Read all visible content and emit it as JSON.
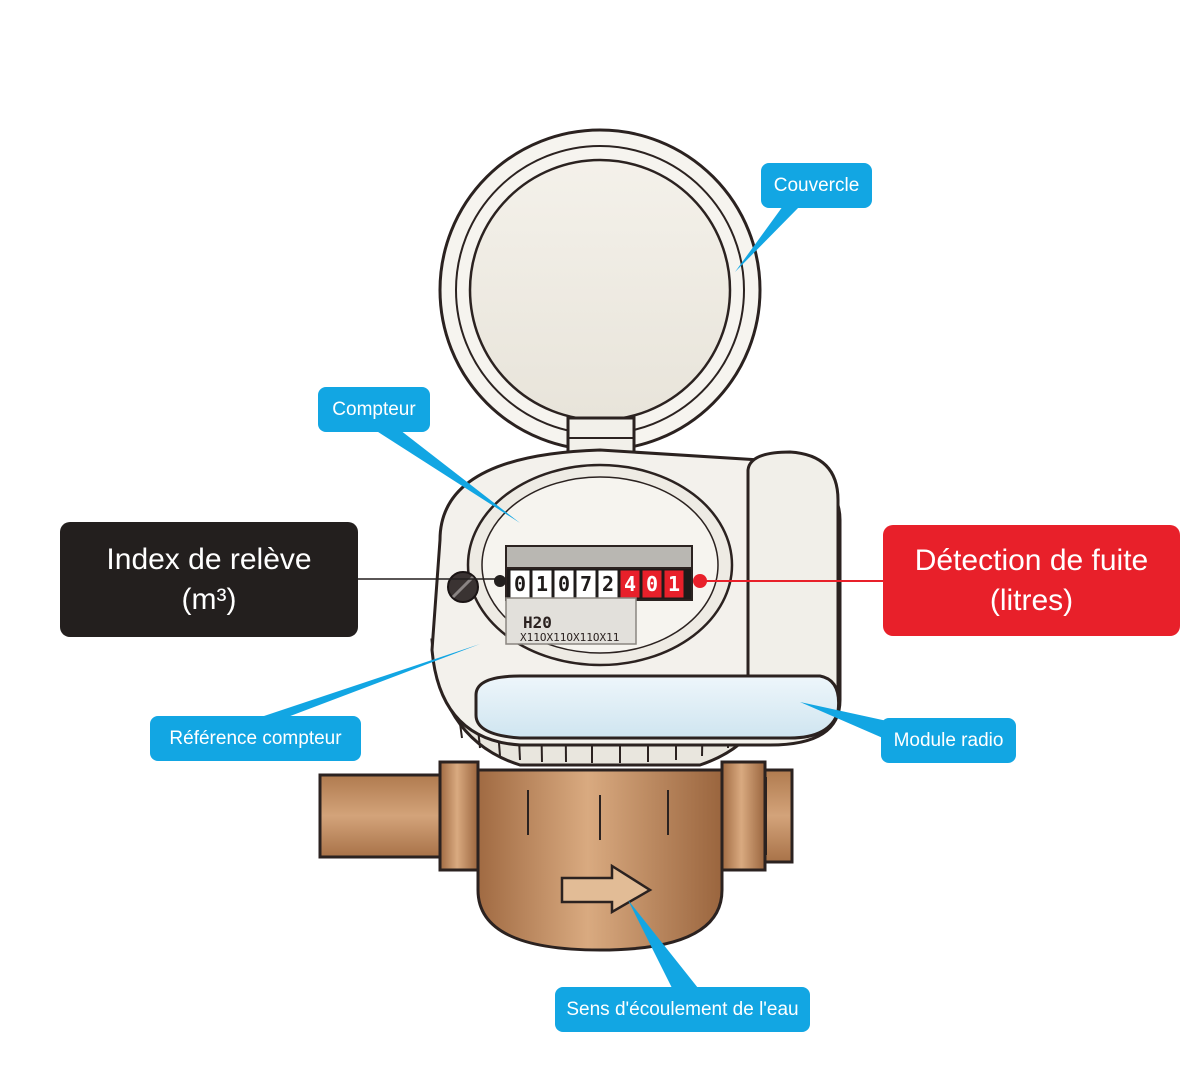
{
  "labels": {
    "couvercle": "Couvercle",
    "compteur": "Compteur",
    "reference": "Référence compteur",
    "module_radio": "Module radio",
    "sens": "Sens d'écoulement de l'eau"
  },
  "index_box": {
    "line1": "Index de relève",
    "line2": "(m³)"
  },
  "fuite_box": {
    "line1": "Détection de fuite",
    "line2": "(litres)"
  },
  "meter": {
    "digits_black": [
      "0",
      "1",
      "0",
      "7",
      "2"
    ],
    "digits_red": [
      "4",
      "0",
      "1"
    ],
    "brand": "H20",
    "serial": "X11OX11OX11OX11"
  },
  "colors": {
    "callout_blue": "#12a6e3",
    "index_dark": "#231f1e",
    "fuite_red": "#e8202a",
    "brass": "#c08a5c"
  }
}
